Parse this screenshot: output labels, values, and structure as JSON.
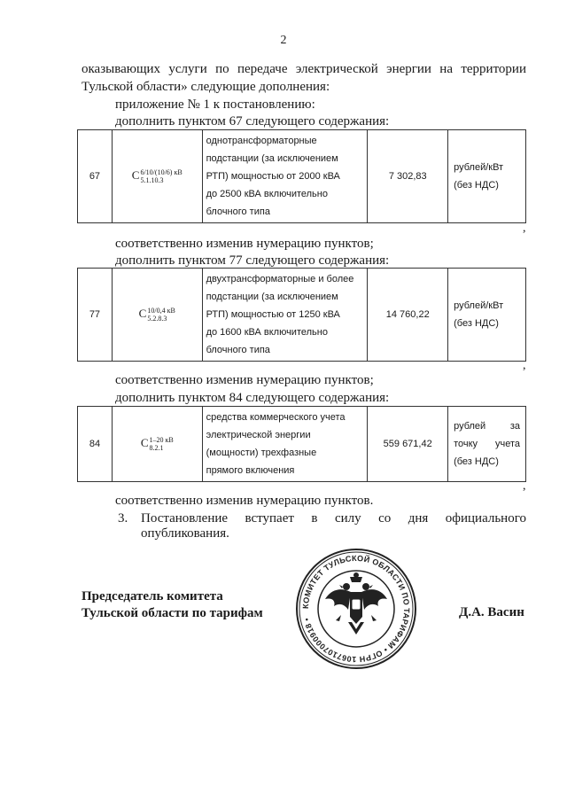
{
  "page_number": "2",
  "intro": {
    "line1": "оказывающих услуги по передаче электрической энергии на территории",
    "line2": "Тульской области» следующие дополнения:",
    "line3": "приложение № 1 к постановлению:",
    "line4": "дополнить пунктом 67 следующего содержания:"
  },
  "tables": [
    {
      "num": "67",
      "code": {
        "symbol": "C",
        "sup": "6/10/(10/6) кВ",
        "sub": "5.1.10.3"
      },
      "description": [
        "однотрансформаторные",
        "подстанции (за исключением",
        "РТП) мощностью от 2000 кВА",
        "до 2500 кВА включительно",
        "блочного типа"
      ],
      "price": "7 302,83",
      "unit": [
        "рублей/кВт",
        "(без НДС)"
      ]
    },
    {
      "num": "77",
      "code": {
        "symbol": "C",
        "sup": "10/0,4 кВ",
        "sub": "5.2.8.3"
      },
      "description": [
        "двухтрансформаторные и более",
        "подстанции (за исключением",
        "РТП) мощностью от 1250 кВА",
        "до 1600 кВА включительно",
        "блочного типа"
      ],
      "price": "14 760,22",
      "unit": [
        "рублей/кВт",
        "(без НДС)"
      ]
    },
    {
      "num": "84",
      "code": {
        "symbol": "C",
        "sup": "1–20 кВ",
        "sub": "8.2.1"
      },
      "description": [
        "средства коммерческого учета",
        "электрической энергии",
        "(мощности) трехфазные",
        "прямого включения"
      ],
      "price": "559 671,42",
      "unit": [
        "рублей за",
        "точку учета",
        "(без НДС)"
      ]
    }
  ],
  "after_table1": {
    "comma": ",",
    "line1": "соответственно изменив нумерацию пунктов;",
    "line2": "дополнить пунктом 77 следующего содержания:"
  },
  "after_table2": {
    "comma": ",",
    "line1": "соответственно изменив нумерацию пунктов;",
    "line2": "дополнить пунктом 84 следующего содержания:"
  },
  "after_table3": {
    "comma": ",",
    "line1": "соответственно изменив нумерацию пунктов."
  },
  "point3": {
    "number": "3.",
    "line1": "Постановление вступает в силу со дня официального",
    "line2": "опубликования."
  },
  "signature": {
    "title_line1": "Председатель комитета",
    "title_line2": "Тульской области по тарифам",
    "name": "Д.А. Васин"
  },
  "seal": {
    "text": "КОМИТЕТ ТУЛЬСКОЙ ОБЛАСТИ ПО ТАРИФАМ • ОГРН 1067107000918 •",
    "color": "#222222"
  }
}
